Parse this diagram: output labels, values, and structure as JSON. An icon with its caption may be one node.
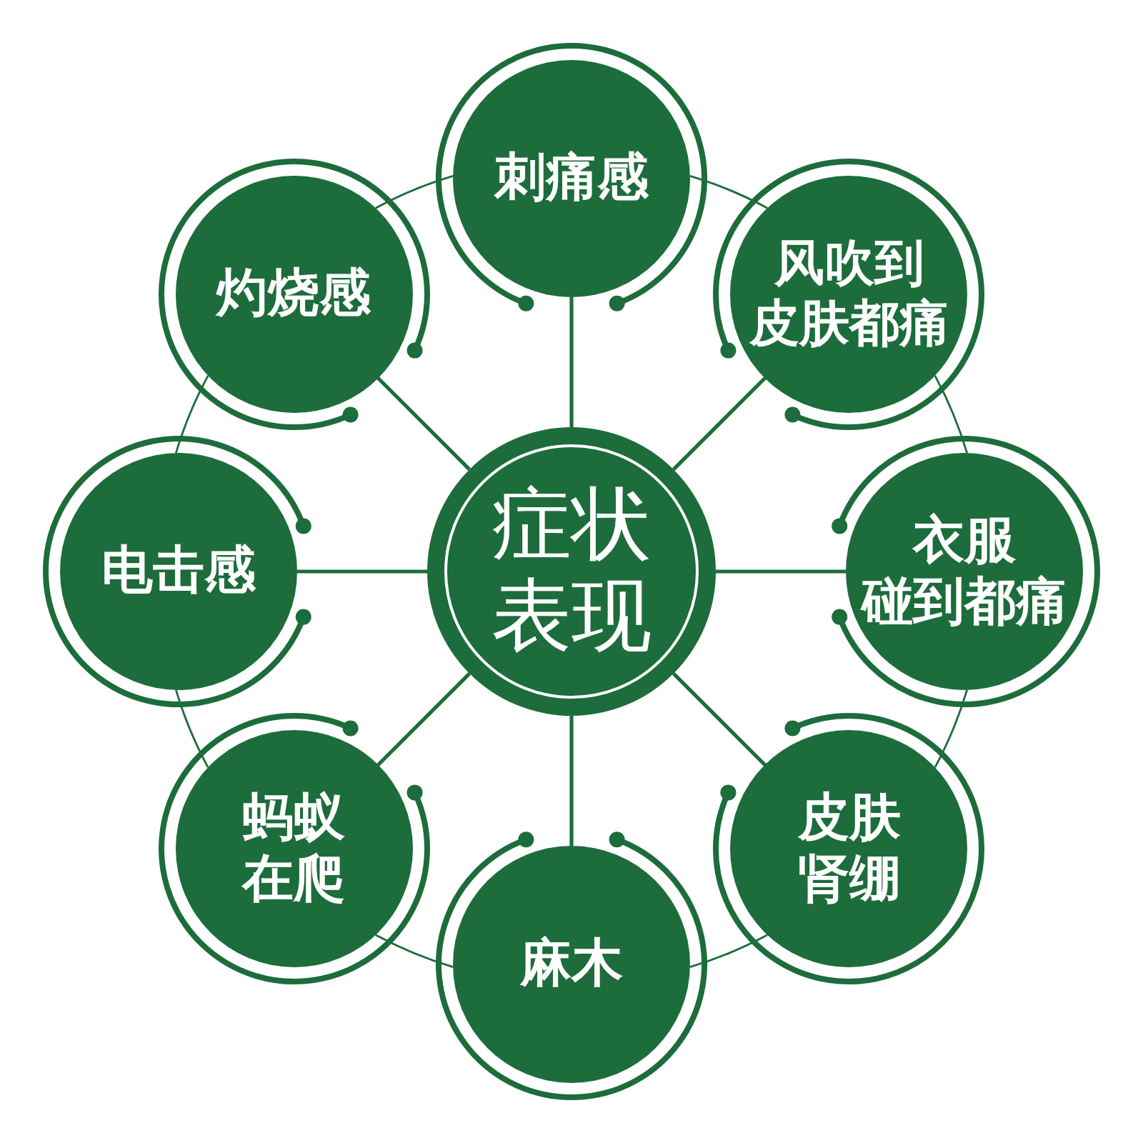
{
  "diagram": {
    "nodes": [
      {
        "text": [
          "症状表现"
        ]
      },
      {
        "text": [
          "刺痛感"
        ]
      },
      {
        "text": [
          "风吹到皮肤都痛"
        ]
      },
      {
        "text": [
          "衣服碰到都痛"
        ]
      },
      {
        "text": [
          "皮肤肾绷"
        ]
      },
      {
        "text": [
          "麻木"
        ]
      },
      {
        "text": [
          "蚂蚁在爬"
        ]
      },
      {
        "text": [
          "电击感"
        ]
      },
      {
        "text": [
          "灼烧感"
        ]
      }
    ],
    "edges": [
      {
        "from": 0,
        "to": 1,
        "arrow": "none"
      },
      {
        "from": 0,
        "to": 2,
        "arrow": "none"
      },
      {
        "from": 0,
        "to": 3,
        "arrow": "none"
      },
      {
        "from": 0,
        "to": 4,
        "arrow": "none"
      },
      {
        "from": 0,
        "to": 5,
        "arrow": "none"
      },
      {
        "from": 0,
        "to": 6,
        "arrow": "none"
      },
      {
        "from": 0,
        "to": 7,
        "arrow": "none"
      },
      {
        "from": 0,
        "to": 8,
        "arrow": "none"
      },
      {
        "from": 1,
        "to": 2,
        "arrow": "none"
      },
      {
        "from": 2,
        "to": 3,
        "arrow": "none"
      },
      {
        "from": 3,
        "to": 4,
        "arrow": "none"
      },
      {
        "from": 4,
        "to": 5,
        "arrow": "none"
      },
      {
        "from": 5,
        "to": 6,
        "arrow": "none"
      },
      {
        "from": 6,
        "to": 7,
        "arrow": "none"
      },
      {
        "from": 7,
        "to": 8,
        "arrow": "none"
      },
      {
        "from": 8,
        "to": 1,
        "arrow": "none"
      }
    ]
  }
}
